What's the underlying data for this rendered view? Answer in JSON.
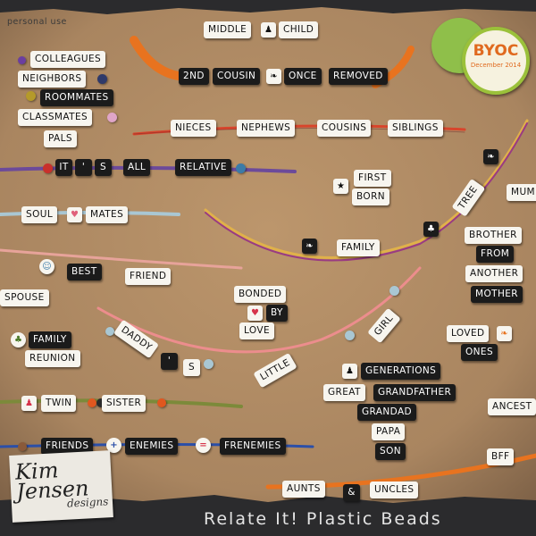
{
  "watermark": "personal use",
  "footer": {
    "title": "Relate It! Plastic Beads"
  },
  "logo": {
    "name": "Kim Jensen",
    "sub": "designs"
  },
  "badge": {
    "text": "BYOC",
    "date": "December 2014"
  },
  "colors": {
    "paper": "#b28c64",
    "bead_black": "#1b1b1b",
    "bead_white": "#f7f5ef",
    "frame": "#2b2b2d",
    "orange_ribbon": "#e8731f",
    "green_ribbon": "#8fbf4a"
  },
  "beads": {
    "middle": "MIDDLE",
    "child": "CHILD",
    "second": "2ND",
    "cousin": "COUSIN",
    "once": "ONCE",
    "removed": "REMOVED",
    "colleagues": "COLLEAGUES",
    "neighbors": "NEIGHBORS",
    "roommates": "ROOMMATES",
    "classmates": "CLASSMATES",
    "pals": "PALS",
    "nieces": "NIECES",
    "nephews": "NEPHEWS",
    "cousins": "COUSINS",
    "siblings": "SIBLINGS",
    "it": "IT",
    "apos": "'",
    "s": "S",
    "all": "ALL",
    "relative": "RELATIVE",
    "first": "FIRST",
    "born": "BORN",
    "tree": "TREE",
    "mum": "MUM",
    "family": "FAMILY",
    "soul": "SOUL",
    "mates": "MATES",
    "brother": "BROTHER",
    "from": "FROM",
    "another": "ANOTHER",
    "mother": "MOTHER",
    "best": "BEST",
    "friend": "FRIEND",
    "spouse": "SPOUSE",
    "bonded": "BONDED",
    "by": "BY",
    "love": "LOVE",
    "daddy": "DADDY",
    "apos2": "'",
    "s2": "S",
    "little": "LITTLE",
    "girl": "GIRL",
    "family2": "FAMILY",
    "reunion": "REUNION",
    "loved": "LOVED",
    "ones": "ONES",
    "generations": "GENERATIONS",
    "great": "GREAT",
    "grandfather": "GRANDFATHER",
    "grandad": "GRANDAD",
    "papa": "PAPA",
    "son": "SON",
    "twin": "TWIN",
    "sister": "SISTER",
    "ancestors": "ANCEST",
    "friends": "FRIENDS",
    "enemies": "ENEMIES",
    "frenemies": "FRENEMIES",
    "bff": "BFF",
    "aunts": "AUNTS",
    "amp": "&",
    "uncles": "UNCLES"
  },
  "icons": {
    "person": "person-icon",
    "leaf": "leaf-icon",
    "star": "star-icon",
    "heart": "heart-icon",
    "smiley": "smiley-icon",
    "tree": "tree-icon",
    "plus": "plus-icon",
    "equals": "equals-icon"
  },
  "glyphs": {
    "person": "♟",
    "leaf": "❧",
    "star": "★",
    "heart": "♥",
    "smiley": "☺",
    "tree": "♣",
    "plus": "+",
    "equals": "="
  }
}
